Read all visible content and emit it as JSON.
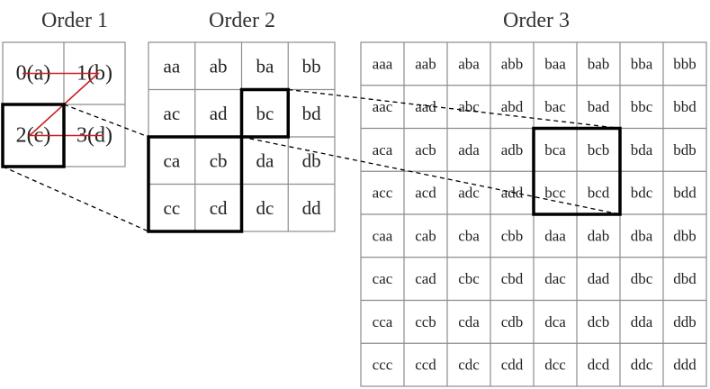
{
  "titles": {
    "order1": "Order 1",
    "order2": "Order 2",
    "order3": "Order 3"
  },
  "order1": {
    "cells": [
      [
        "0(a)",
        "1(b)"
      ],
      [
        "2(c)",
        "3(d)"
      ]
    ]
  },
  "order2": {
    "cells": [
      [
        "aa",
        "ab",
        "ba",
        "bb"
      ],
      [
        "ac",
        "ad",
        "bc",
        "bd"
      ],
      [
        "ca",
        "cb",
        "da",
        "db"
      ],
      [
        "cc",
        "cd",
        "dc",
        "dd"
      ]
    ]
  },
  "order3": {
    "cells": [
      [
        "aaa",
        "aab",
        "aba",
        "abb",
        "baa",
        "bab",
        "bba",
        "bbb"
      ],
      [
        "aac",
        "aad",
        "abc",
        "abd",
        "bac",
        "bad",
        "bbc",
        "bbd"
      ],
      [
        "aca",
        "acb",
        "ada",
        "adb",
        "bca",
        "bcb",
        "bda",
        "bdb"
      ],
      [
        "acc",
        "acd",
        "adc",
        "add",
        "bcc",
        "bcd",
        "bdc",
        "bdd"
      ],
      [
        "caa",
        "cab",
        "cba",
        "cbb",
        "daa",
        "dab",
        "dba",
        "dbb"
      ],
      [
        "cac",
        "cad",
        "cbc",
        "cbd",
        "dac",
        "dad",
        "dbc",
        "dbd"
      ],
      [
        "cca",
        "ccb",
        "cda",
        "cdb",
        "dca",
        "dcb",
        "dda",
        "ddb"
      ],
      [
        "ccc",
        "ccd",
        "cdc",
        "cdd",
        "dcc",
        "dcd",
        "ddc",
        "ddd"
      ]
    ]
  },
  "colors": {
    "grid_line": "#8c8c8c",
    "highlight": "#000000",
    "z_curve": "#cc1f1f",
    "connector": "#000000"
  }
}
